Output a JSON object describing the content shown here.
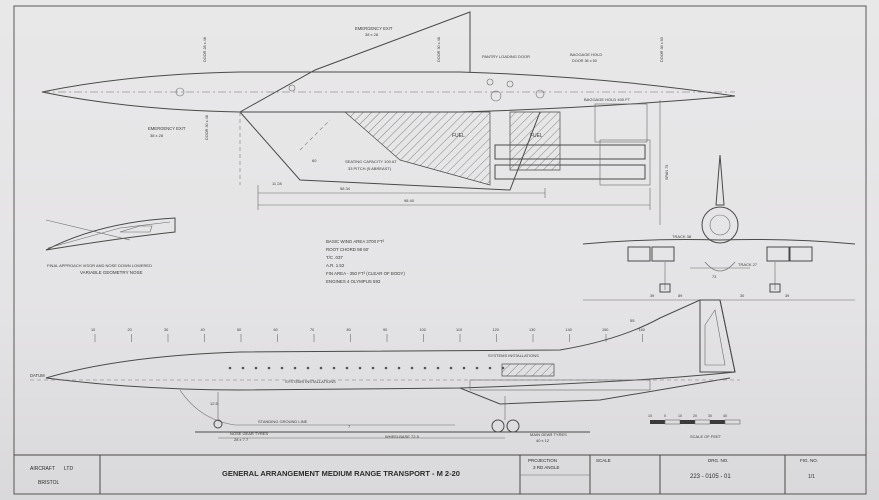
{
  "plan_view": {
    "labels": {
      "emergency_exit_top": "EMERGENCY EXIT",
      "emergency_exit_top_size": "38 x 28",
      "emergency_exit_left": "EMERGENCY EXIT",
      "emergency_exit_left_size": "38 x 28",
      "door_left": "DOOR 28 x 48",
      "door_left_2": "DOOR 30 x 48",
      "door_center": "DOOR 30 x 48",
      "pantry_door": "PANTRY LOADING DOOR",
      "baggage_hold": "BAGGAGE HOLD",
      "baggage_door": "DOOR 36 x 50",
      "baggage_hold_2": "BAGGAGE HOLD 400 FT",
      "door_right": "DOOR 36 x 50",
      "fuel_1": "FUEL",
      "fuel_2": "FUEL",
      "seating_1": "SEATING CAPACITY 100 AT",
      "seating_2": "33 PITCH (5 ABREAST)",
      "dim_span": "58 34",
      "dim_left": "11 28",
      "dim_total": "98 40",
      "angle": "60",
      "span_label": "SPAN 75"
    }
  },
  "nose_detail": {
    "caption_1": "FINAL APPROACH VISOR AND NOSE DOWN LOWERED",
    "caption_2": "VARIABLE GEOMETRY NOSE"
  },
  "specs": [
    "BASIC WING AREA 3700 FT²",
    "ROOT CHORD 98 60'",
    "T/C .037",
    "A.R. 1.52",
    "FIN AREA - 350 FT² (CLEAR OF BODY)",
    "ENGINES 4 OLYMPUS 593"
  ],
  "front_view": {
    "track": "TRACK 27",
    "track_left": "TRACK 38",
    "dims": [
      "89",
      "73",
      "30",
      "39",
      "39"
    ]
  },
  "side_view": {
    "stations": [
      "10",
      "20",
      "30",
      "40",
      "50",
      "60",
      "70",
      "80",
      "90",
      "100",
      "110",
      "120",
      "130",
      "140",
      "150",
      "160"
    ],
    "datum": "DATUM",
    "systems_1": "SYSTEMS INSTALLATIONS",
    "systems_2": "SYSTEMS INSTALLATIONS",
    "ground_line": "STANDING GROUND LINE",
    "nose_gear": "NOSE GEAR TYRES",
    "nose_gear_size": "28 x 7.7",
    "wheelbase": "WHEELBASE 72.5",
    "main_gear": "MAIN GEAR TYRES",
    "main_gear_size": "40 x 12",
    "angle_fin": "55",
    "angle_1": "12.5",
    "angle_2": "7",
    "scale": "SCALE OF FEET",
    "scale_ticks": [
      "10",
      "0",
      "10",
      "20",
      "30",
      "40"
    ]
  },
  "title_block": {
    "company_1": "AIRCRAFT",
    "company_2": "LTD",
    "location": "BRISTOL",
    "title": "GENERAL   ARRANGEMENT MEDIUM RANGE TRANSPORT - M 2-20",
    "projection_label": "PROJECTION",
    "projection_value": "3 RD ANGLE",
    "scale_label": "SCALE",
    "drg_label": "DRG. NO.",
    "drg_value": "223 - 0105 - 01",
    "fig_label": "FIG. NO.",
    "fig_value": "1/1"
  }
}
